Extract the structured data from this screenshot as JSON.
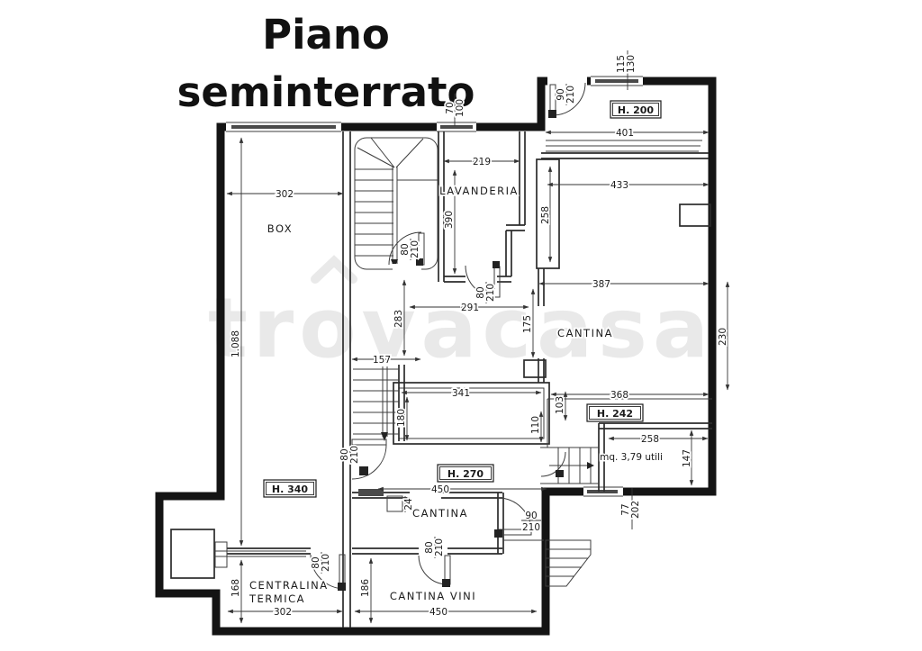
{
  "title": {
    "line1": "Piano",
    "line2": "seminterrato"
  },
  "watermark": {
    "text": "trovacasa"
  },
  "rooms": {
    "box": "BOX",
    "lavanderia": "LAVANDERIA",
    "cantina_main": "CANTINA",
    "cantina_mid": "CANTINA",
    "cantina_vini": "CANTINA VINI",
    "centralina_l1": "CENTRALINA",
    "centralina_l2": "TERMICA",
    "area_note": "mq. 3,79 utili"
  },
  "heights": {
    "h200": "H. 200",
    "h242": "H. 242",
    "h270": "H. 270",
    "h340": "H. 340"
  },
  "dims": {
    "box_w": "302",
    "box_l": "1.088",
    "lav_w": "219",
    "lav_d": "390",
    "ramp_w": "401",
    "cant_top": "433",
    "duct": "258",
    "cant_mid": "387",
    "corr_w": "291",
    "corr_l": "283",
    "pass": "175",
    "right_side": "230",
    "stair_w": "157",
    "crawl_w": "341",
    "crawl_d": "180",
    "step": "110",
    "niche": "103",
    "zone_w": "368",
    "store_w": "258",
    "store_d": "147",
    "corr2_w": "450",
    "vini_w": "450",
    "centr_w": "302",
    "centr_d": "168",
    "vini_d": "186",
    "shaft": "24"
  },
  "openings": {
    "win_mid": {
      "w": "70",
      "h": "100"
    },
    "win_tr": {
      "w": "115",
      "h": "130"
    },
    "win_br": {
      "w": "77",
      "h": "202"
    },
    "door_entry": {
      "w": "90",
      "h": "210"
    },
    "door_stair": {
      "w": "80",
      "h": "210"
    },
    "door_lav": {
      "w": "80",
      "h": "210"
    },
    "door_stair2": {
      "w": "80",
      "h": "210"
    },
    "door_centr": {
      "w": "80",
      "h": "210"
    },
    "door_vini": {
      "w": "80",
      "h": "210"
    },
    "door_landing": {
      "w": "90",
      "h": "210"
    }
  }
}
